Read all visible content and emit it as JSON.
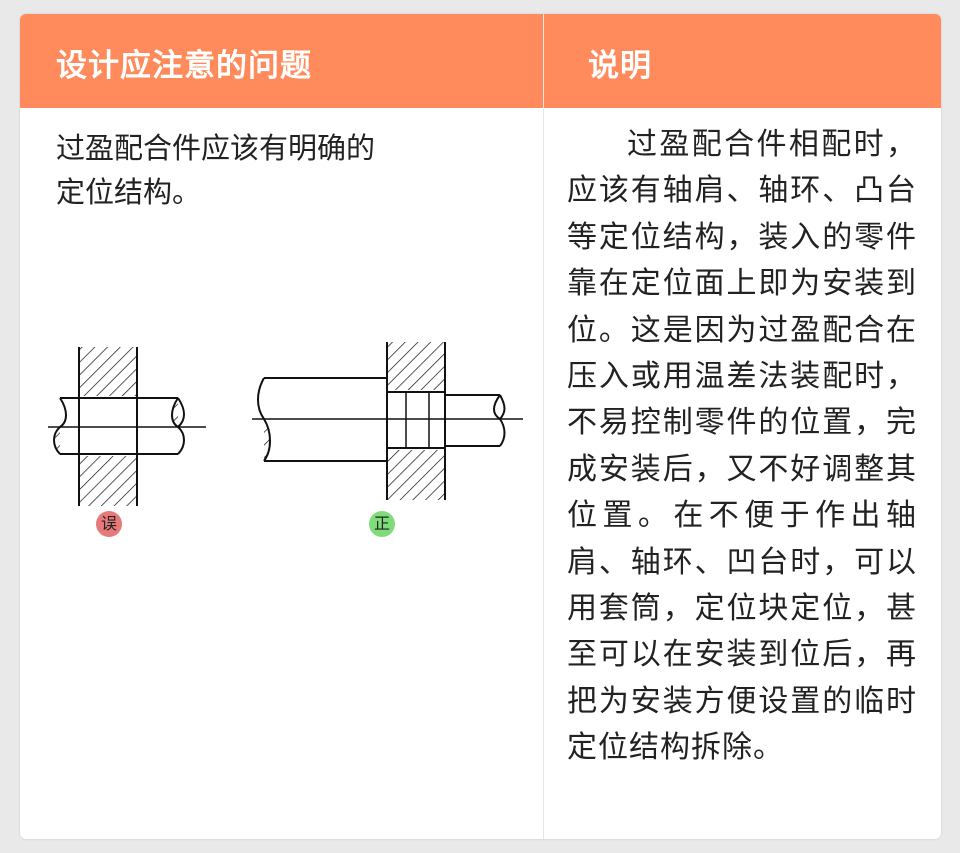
{
  "table": {
    "header": {
      "col1": "设计应注意的问题",
      "col2": "说明"
    },
    "row": {
      "issue": "过盈配合件应该有明确的\n定位结构。",
      "explanation": "过盈配合件相配时，应该有轴肩、轴环、凸台等定位结构，装入的零件靠在定位面上即为安装到位。这是因为过盈配合在压入或用温差法装配时，不易控制零件的位置，完成安装后，又不好调整其位置。在不便于作出轴肩、轴环、凹台时，可以用套筒，定位块定位，甚至可以在安装到位后，再把为安装方便设置的临时定位结构拆除。"
    }
  },
  "figure": {
    "wrong_label": "误",
    "right_label": "正"
  },
  "colors": {
    "header_bg": "#ff8b5c",
    "wrong_badge": "#e87979",
    "right_badge": "#7fdc7a"
  }
}
